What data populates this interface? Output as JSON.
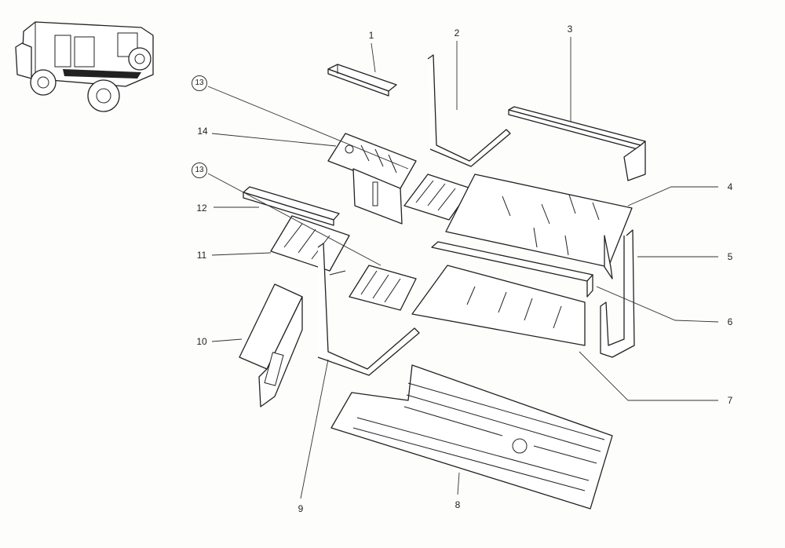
{
  "diagram": {
    "type": "exploded parts view",
    "callouts": [
      {
        "id": "1",
        "label": "1",
        "circled": false
      },
      {
        "id": "2",
        "label": "2",
        "circled": false
      },
      {
        "id": "3",
        "label": "3",
        "circled": false
      },
      {
        "id": "4",
        "label": "4",
        "circled": false
      },
      {
        "id": "5",
        "label": "5",
        "circled": false
      },
      {
        "id": "6",
        "label": "6",
        "circled": false
      },
      {
        "id": "7",
        "label": "7",
        "circled": false
      },
      {
        "id": "8",
        "label": "8",
        "circled": false
      },
      {
        "id": "9",
        "label": "9",
        "circled": false
      },
      {
        "id": "10",
        "label": "10",
        "circled": false
      },
      {
        "id": "11",
        "label": "11",
        "circled": false
      },
      {
        "id": "12",
        "label": "12",
        "circled": false
      },
      {
        "id": "13a",
        "label": "13",
        "circled": true
      },
      {
        "id": "13b",
        "label": "13",
        "circled": true
      },
      {
        "id": "14",
        "label": "14",
        "circled": false
      }
    ]
  }
}
